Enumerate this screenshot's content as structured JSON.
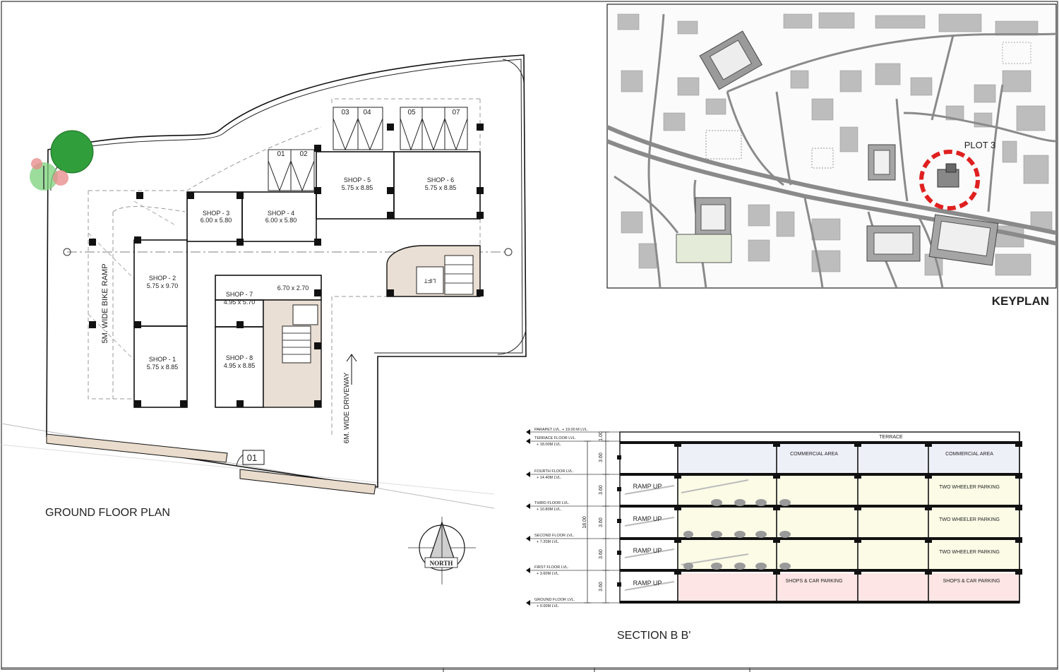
{
  "plan": {
    "title": "GROUND FLOOR PLAN",
    "shops": [
      {
        "name": "SHOP - 1",
        "size": "5.75 x 8.85"
      },
      {
        "name": "SHOP - 2",
        "size": "5.75 x 9.70"
      },
      {
        "name": "SHOP - 3",
        "size": "6.00 x 5.80"
      },
      {
        "name": "SHOP - 4",
        "size": "6.00 x 5.80"
      },
      {
        "name": "SHOP - 5",
        "size": "5.75 x 8.85"
      },
      {
        "name": "SHOP - 6",
        "size": "5.75 x 8.85"
      },
      {
        "name": "SHOP - 7",
        "size": "4.95 x 5.70"
      },
      {
        "name": "SHOP - 8",
        "size": "4.95 x 8.85"
      }
    ],
    "room_dim": "6.70 x 2.70",
    "parking_bays": [
      "01",
      "02",
      "03",
      "04",
      "05",
      "07"
    ],
    "lift_label": "LIFT",
    "bike_ramp": "5M. WIDE BIKE RAMP",
    "driveway": "6M. WIDE DRIVEWAY",
    "entry_tag": "01",
    "north": "NORTH"
  },
  "keyplan": {
    "title": "KEYPLAN",
    "plot_label": "PLOT 3",
    "highlight_color": "#e02020"
  },
  "section": {
    "title": "SECTION B B'",
    "total_height": "18.00",
    "floor_heights": [
      "1.00",
      "3.60",
      "3.60",
      "3.60",
      "3.60",
      "3.60"
    ],
    "levels": [
      {
        "name": "PARAPET LVL. + 19.00 M LVL."
      },
      {
        "name": "TERRACE FLOOR LVL.",
        "value": "+ 18.00M LVL."
      },
      {
        "name": "FOURTH FLOOR LVL.",
        "value": "+ 14.40M LVL."
      },
      {
        "name": "THIRD FLOOR LVL.",
        "value": "+ 10.80M LVL."
      },
      {
        "name": "SECOND FLOOR LVL.",
        "value": "+ 7.20M LVL."
      },
      {
        "name": "FIRST FLOOR LVL.",
        "value": "+ 3.60M LVL."
      },
      {
        "name": "GROUND FLOOR LVL.",
        "value": "+ 0.00M LVL."
      }
    ],
    "terrace": "TERRACE",
    "floors": [
      {
        "left": "COMMERCIAL AREA",
        "right": "COMMERCIAL AREA",
        "ramp": ""
      },
      {
        "left": "",
        "right": "TWO WHEELER PARKING",
        "ramp": "RAMP UP"
      },
      {
        "left": "",
        "right": "TWO WHEELER PARKING",
        "ramp": "RAMP UP"
      },
      {
        "left": "",
        "right": "TWO WHEELER PARKING",
        "ramp": "RAMP UP"
      },
      {
        "left": "SHOPS & CAR PARKING",
        "right": "SHOPS & CAR PARKING",
        "ramp": "RAMP UP"
      }
    ]
  }
}
